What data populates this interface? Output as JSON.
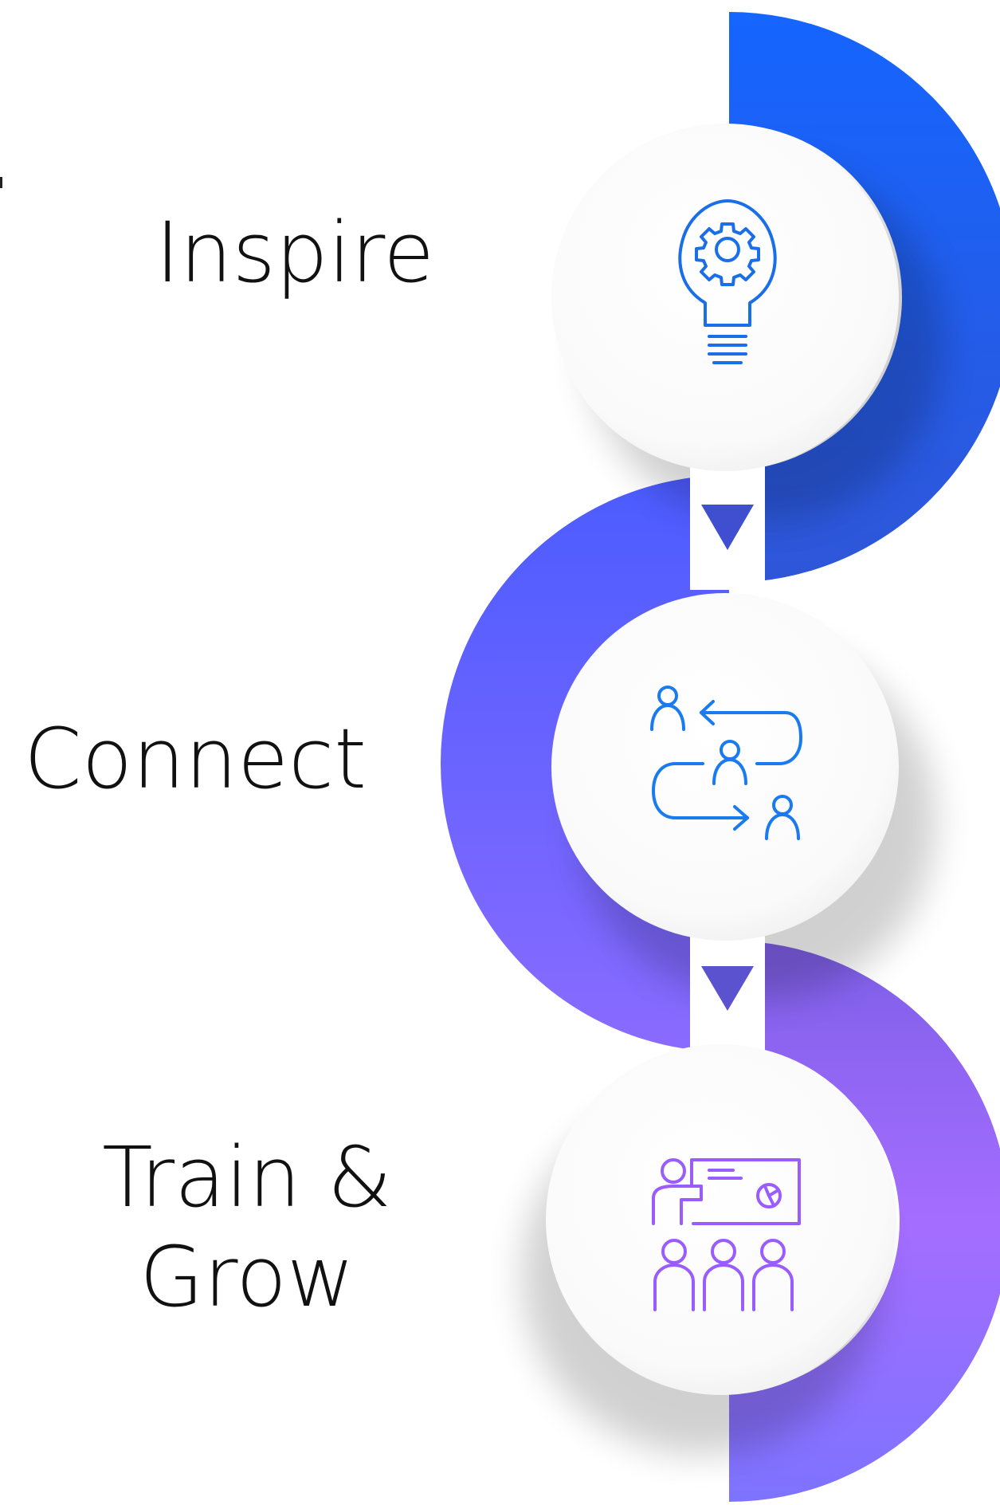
{
  "steps": [
    {
      "title": "Inspire",
      "icon": "lightbulb-gear-icon"
    },
    {
      "title": "Connect",
      "icon": "people-network-icon"
    },
    {
      "title_line1": "Train &",
      "title_line2": "Grow",
      "icon": "presentation-training-icon"
    }
  ],
  "colors": {
    "top": "#1a5cff",
    "middle": "#5b64ff",
    "bottom": "#a56dff",
    "icon_blue": "#1a6ee8",
    "icon_purple": "#9a5cff",
    "arrow": "#3d4fcf"
  }
}
